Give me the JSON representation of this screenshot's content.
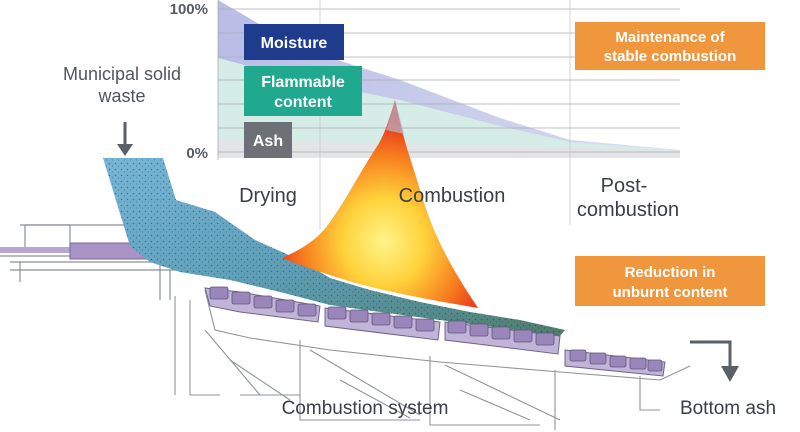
{
  "scale": {
    "top_label": "100%",
    "bottom_label": "0%"
  },
  "composition": {
    "moisture": "Moisture",
    "flammable_line1": "Flammable",
    "flammable_line2": "content",
    "ash": "Ash"
  },
  "stages": {
    "drying": "Drying",
    "combustion": "Combustion",
    "post_line1": "Post-",
    "post_line2": "combustion"
  },
  "input": {
    "line1": "Municipal solid",
    "line2": "waste"
  },
  "callouts": {
    "stable_line1": "Maintenance of",
    "stable_line2": "stable combustion",
    "unburnt_line1": "Reduction in",
    "unburnt_line2": "unburnt content"
  },
  "system_label": "Combustion system",
  "output_label": "Bottom ash",
  "colors": {
    "moisture_box": "#1f3c8c",
    "flammable_box": "#20a98f",
    "ash_box": "#6d7177",
    "callout": "#f0963c",
    "grate": "#a892c6",
    "flame_core": "#fff07a",
    "flame_edge": "#e4302a",
    "waste": "#6aa7c9"
  },
  "icons": [
    "down-arrow-icon",
    "bend-arrow-icon"
  ]
}
